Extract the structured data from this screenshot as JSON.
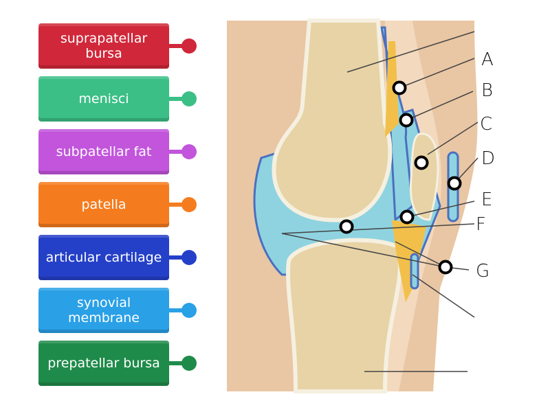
{
  "labels": [
    {
      "text": "suprapatellar bursa",
      "color": "#d0283a"
    },
    {
      "text": "menisci",
      "color": "#3bbf86"
    },
    {
      "text": "subpatellar fat",
      "color": "#c255dc"
    },
    {
      "text": "patella",
      "color": "#f57c1e"
    },
    {
      "text": "articular cartilage",
      "color": "#2540c8"
    },
    {
      "text": "synovial membrane",
      "color": "#2aa0e6"
    },
    {
      "text": "prepatellar bursa",
      "color": "#1f8b4a"
    }
  ],
  "letters": [
    "A",
    "B",
    "C",
    "D",
    "E",
    "F",
    "G"
  ]
}
